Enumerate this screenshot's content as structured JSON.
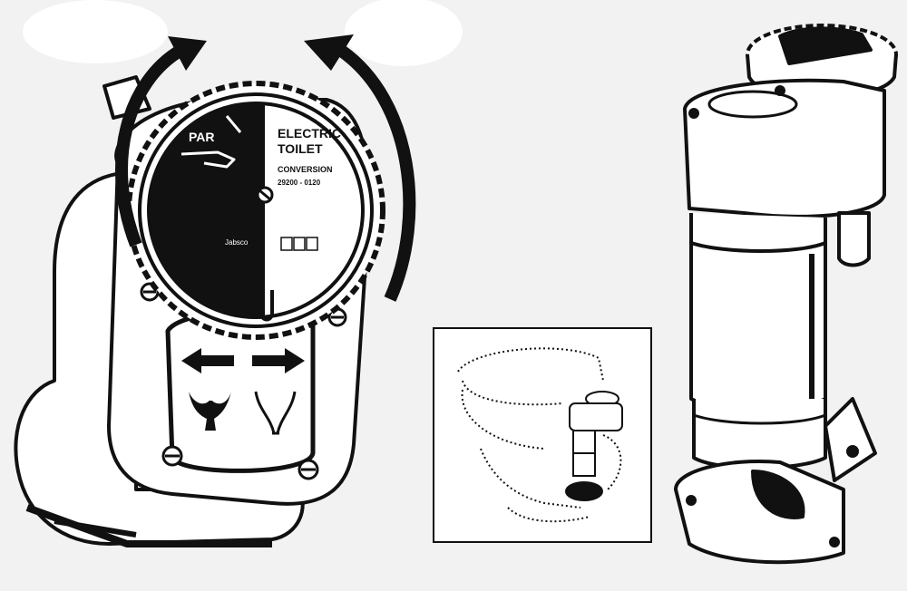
{
  "colors": {
    "background": "#f2f2f2",
    "ink": "#111111",
    "paper": "#ffffff"
  },
  "dial": {
    "par_label": "PAR",
    "title_line1": "ELECTRIC",
    "title_line2": "TOILET",
    "subtitle": "CONVERSION",
    "part_number": "29200 - 0120",
    "brand": "Jabsco"
  },
  "icons": [
    "rotate-left-arrow-icon",
    "rotate-right-arrow-icon",
    "flush-left-arrow-icon",
    "flush-right-arrow-icon",
    "bowl-water-icon",
    "bowl-empty-icon"
  ]
}
